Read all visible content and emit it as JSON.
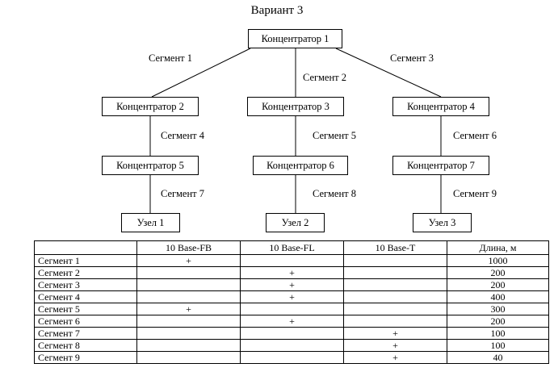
{
  "title": "Вариант 3",
  "nodes": {
    "hub1": "Концентратор 1",
    "hub2": "Концентратор 2",
    "hub3": "Концентратор 3",
    "hub4": "Концентратор 4",
    "hub5": "Концентратор 5",
    "hub6": "Концентратор 6",
    "hub7": "Концентратор 7",
    "node1": "Узел 1",
    "node2": "Узел 2",
    "node3": "Узел 3"
  },
  "segments": {
    "s1": "Сегмент 1",
    "s2": "Сегмент 2",
    "s3": "Сегмент 3",
    "s4": "Сегмент 4",
    "s5": "Сегмент 5",
    "s6": "Сегмент 6",
    "s7": "Сегмент 7",
    "s8": "Сегмент 8",
    "s9": "Сегмент 9"
  },
  "table": {
    "headers": [
      "",
      "10 Base-FB",
      "10 Base-FL",
      "10 Base-T",
      "Длина, м"
    ],
    "rows": [
      {
        "name": "Сегмент 1",
        "fb": "+",
        "fl": "",
        "t": "",
        "length": "1000"
      },
      {
        "name": "Сегмент 2",
        "fb": "",
        "fl": "+",
        "t": "",
        "length": "200"
      },
      {
        "name": "Сегмент 3",
        "fb": "",
        "fl": "+",
        "t": "",
        "length": "200"
      },
      {
        "name": "Сегмент 4",
        "fb": "",
        "fl": "+",
        "t": "",
        "length": "400"
      },
      {
        "name": "Сегмент 5",
        "fb": "+",
        "fl": "",
        "t": "",
        "length": "300"
      },
      {
        "name": "Сегмент 6",
        "fb": "",
        "fl": "+",
        "t": "",
        "length": "200"
      },
      {
        "name": "Сегмент 7",
        "fb": "",
        "fl": "",
        "t": "+",
        "length": "100"
      },
      {
        "name": "Сегмент 8",
        "fb": "",
        "fl": "",
        "t": "+",
        "length": "100"
      },
      {
        "name": "Сегмент 9",
        "fb": "",
        "fl": "",
        "t": "+",
        "length": "40"
      }
    ]
  }
}
